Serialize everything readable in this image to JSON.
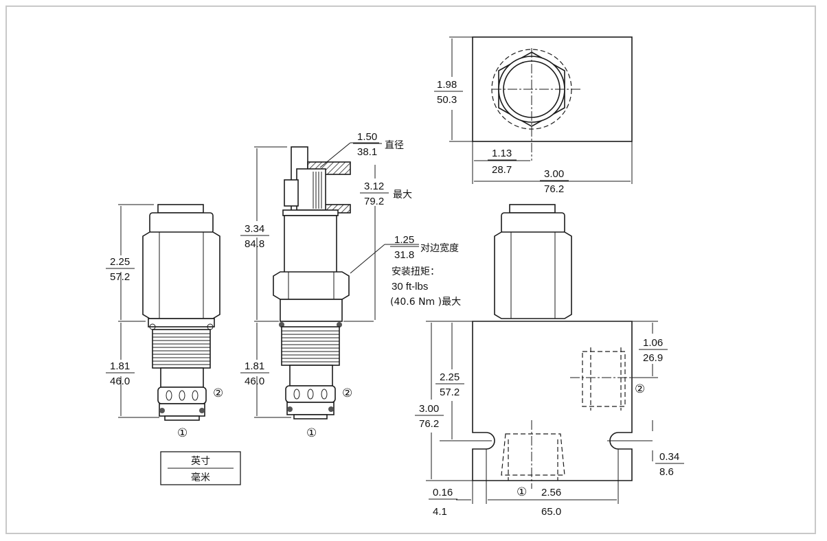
{
  "legend": {
    "unit_top": "英寸",
    "unit_bottom": "毫米"
  },
  "dimensions": {
    "d_dia_in": "1.50",
    "d_dia_mm": "38.1",
    "d_dia_label": "直径",
    "d_max_in": "3.12",
    "d_max_mm": "79.2",
    "d_max_label": "最大",
    "d_hex_in": "1.25",
    "d_hex_mm": "31.8",
    "d_hex_label": "对边宽度",
    "torque_label": "安装扭矩：",
    "torque_ftlbs": "30 ft-lbs",
    "torque_nm": "(40.6 Nm )最大",
    "d_len_in": "3.34",
    "d_len_mm": "84.8",
    "l_top_in": "2.25",
    "l_top_mm": "57.2",
    "l_bot_in": "1.81",
    "l_bot_mm": "46.0",
    "m_bot_in": "1.81",
    "m_bot_mm": "46.0",
    "top_h_in": "1.98",
    "top_h_mm": "50.3",
    "top_x_in": "1.13",
    "top_x_mm": "28.7",
    "top_w_in": "3.00",
    "top_w_mm": "76.2",
    "blk_h_in": "3.00",
    "blk_h_mm": "76.2",
    "blk_y_in": "2.25",
    "blk_y_mm": "57.2",
    "port_y_in": "1.06",
    "port_y_mm": "26.9",
    "hole_in": "0.34",
    "hole_mm": "8.6",
    "edge_in": "0.16",
    "edge_mm": "4.1",
    "holes_in": "2.56",
    "holes_mm": "65.0"
  },
  "ports": {
    "p1": "①",
    "p2": "②"
  }
}
